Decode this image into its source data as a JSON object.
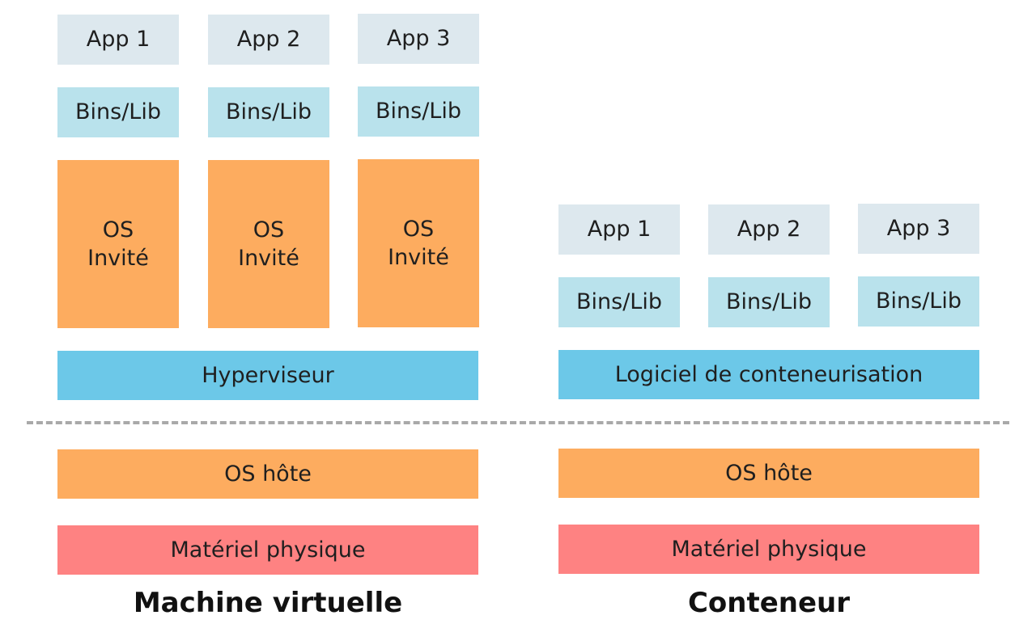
{
  "vm": {
    "apps": [
      "App 1",
      "App 2",
      "App 3"
    ],
    "bins": [
      "Bins/Lib",
      "Bins/Lib",
      "Bins/Lib"
    ],
    "guest_os": [
      "OS Invité",
      "OS Invité",
      "OS Invité"
    ],
    "hypervisor": "Hyperviseur",
    "host_os": "OS hôte",
    "hardware": "Matériel physique",
    "caption": "Machine virtuelle"
  },
  "container": {
    "apps": [
      "App 1",
      "App 2",
      "App 3"
    ],
    "bins": [
      "Bins/Lib",
      "Bins/Lib",
      "Bins/Lib"
    ],
    "runtime": "Logiciel de conteneurisation",
    "host_os": "OS hôte",
    "hardware": "Matériel physique",
    "caption": "Conteneur"
  },
  "colors": {
    "app": "#dde8ee",
    "bins": "#b9e2ec",
    "guest_os": "#fdac5f",
    "hypervisor": "#6cc8e8",
    "host_os": "#fdac5f",
    "hardware": "#fe8282"
  }
}
